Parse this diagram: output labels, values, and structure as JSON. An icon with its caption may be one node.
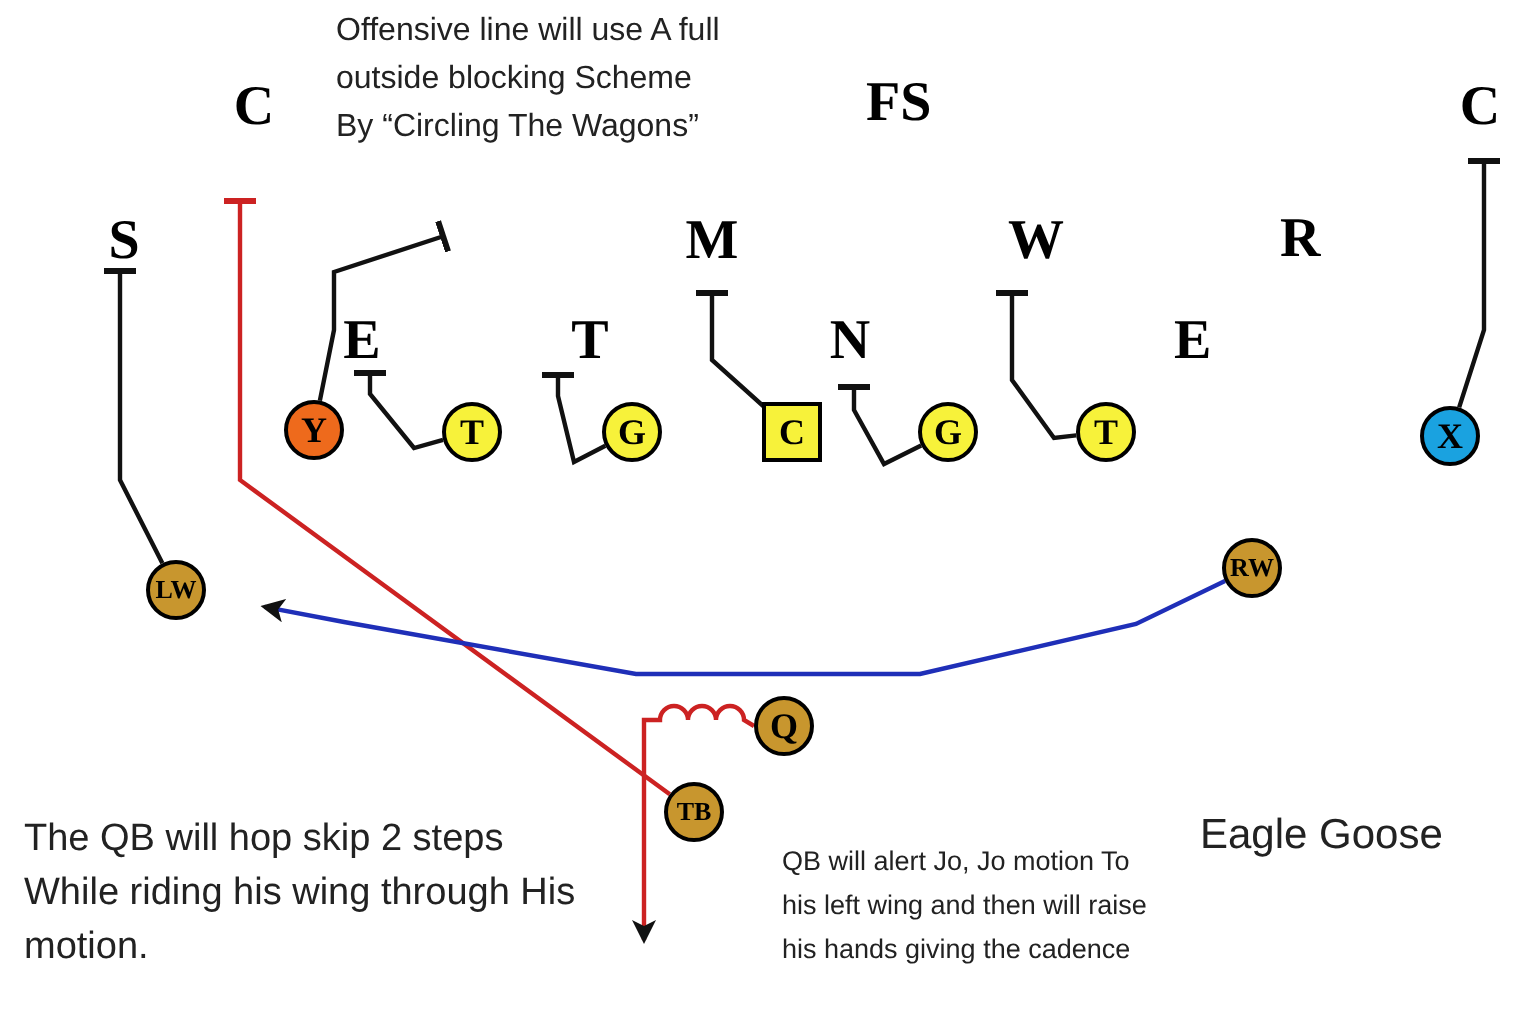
{
  "diagram": {
    "title": "Eagle Goose",
    "nodes": [
      {
        "text": [
          "C"
        ]
      },
      {
        "text": [
          "C"
        ]
      },
      {
        "text": [
          "S"
        ]
      },
      {
        "text": [
          "M"
        ]
      },
      {
        "text": [
          "W"
        ]
      },
      {
        "text": [
          "E"
        ]
      },
      {
        "text": [
          "T"
        ]
      },
      {
        "text": [
          "N"
        ]
      },
      {
        "text": [
          "Y"
        ]
      },
      {
        "text": [
          "T"
        ]
      },
      {
        "text": [
          "G"
        ]
      },
      {
        "text": [
          "C"
        ]
      },
      {
        "text": [
          "G"
        ]
      },
      {
        "text": [
          "T"
        ]
      },
      {
        "text": [
          "X"
        ]
      },
      {
        "text": [
          "RW"
        ]
      },
      {
        "text": [
          "LW"
        ]
      },
      {
        "text": [
          "Q"
        ]
      },
      {
        "text": [
          "TB"
        ]
      }
    ],
    "edges": [
      {
        "from": 8,
        "to": null,
        "arrow": "other"
      },
      {
        "from": 9,
        "to": 5,
        "arrow": "other"
      },
      {
        "from": 10,
        "to": 6,
        "arrow": "other"
      },
      {
        "from": 11,
        "to": 3,
        "arrow": "other"
      },
      {
        "from": 12,
        "to": 7,
        "arrow": "other"
      },
      {
        "from": 13,
        "to": 4,
        "arrow": "other"
      },
      {
        "from": 14,
        "to": 1,
        "arrow": "other"
      },
      {
        "from": 16,
        "to": 2,
        "arrow": "other"
      },
      {
        "from": 18,
        "to": 0,
        "arrow": "other",
        "color": "#cc2222"
      },
      {
        "from": 17,
        "to": null,
        "arrow": "to",
        "color": "#cc2222"
      },
      {
        "from": 15,
        "to": 16,
        "arrow": "to",
        "color": "#1f2fb8"
      }
    ],
    "labels": [
      "FS",
      "R",
      "E",
      "Offensive line will use A full outside blocking Scheme By “Circling The Wagons”",
      "The QB will hop skip 2 steps While riding his wing through His motion.",
      "QB will alert Jo, Jo motion To his left wing and then will raise his hands giving the cadence"
    ]
  }
}
